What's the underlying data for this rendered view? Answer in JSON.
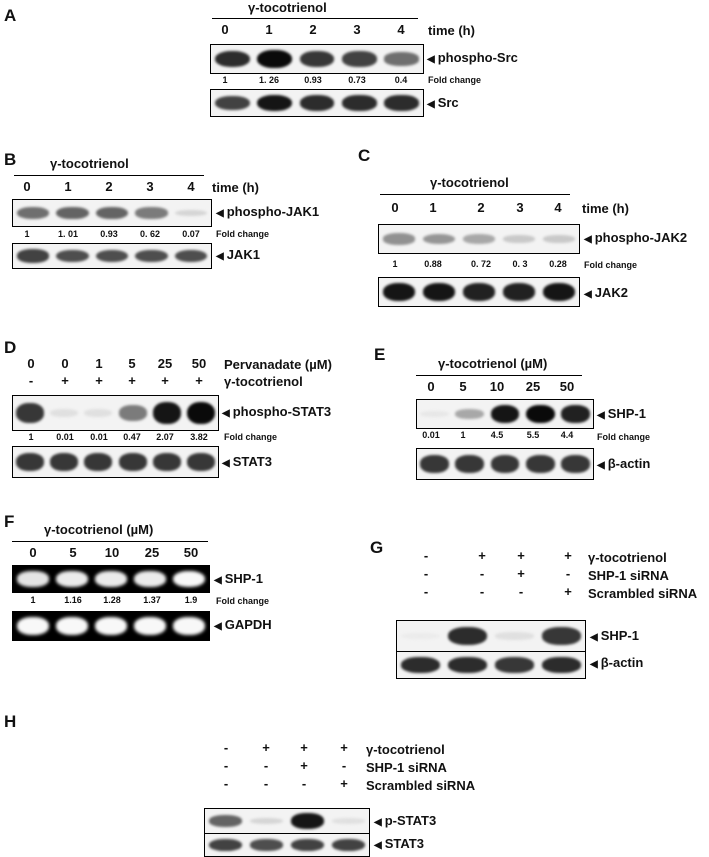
{
  "panels": [
    {
      "label": "A",
      "treatment": "γ-tocotrienol",
      "lane_labels": [
        "0",
        "1",
        "2",
        "3",
        "4"
      ],
      "axis_label": "time (h)",
      "fold_changes": [
        "1",
        "1. 26",
        "0.93",
        "0.73",
        "0.4"
      ],
      "fold_change_label": "Fold change",
      "blots": [
        {
          "name": "phospho-Src",
          "intensity": [
            0.85,
            1.0,
            0.8,
            0.75,
            0.55
          ]
        },
        {
          "name": "Src",
          "intensity": [
            0.75,
            0.95,
            0.85,
            0.85,
            0.85
          ]
        }
      ]
    },
    {
      "label": "B",
      "treatment": "γ-tocotrienol",
      "lane_labels": [
        "0",
        "1",
        "2",
        "3",
        "4"
      ],
      "axis_label": "time (h)",
      "fold_changes": [
        "1",
        "1. 01",
        "0.93",
        "0. 62",
        "0.07"
      ],
      "fold_change_label": "Fold change",
      "blots": [
        {
          "name": "phospho-JAK1",
          "intensity": [
            0.55,
            0.6,
            0.6,
            0.5,
            0.1
          ]
        },
        {
          "name": "JAK1",
          "intensity": [
            0.75,
            0.7,
            0.7,
            0.7,
            0.7
          ]
        }
      ]
    },
    {
      "label": "C",
      "treatment": "γ-tocotrienol",
      "lane_labels": [
        "0",
        "1",
        "2",
        "3",
        "4"
      ],
      "axis_label": "time (h)",
      "fold_changes": [
        "1",
        "0.88",
        "0. 72",
        "0. 3",
        "0.28"
      ],
      "fold_change_label": "Fold change",
      "blots": [
        {
          "name": "phospho-JAK2",
          "intensity": [
            0.4,
            0.38,
            0.3,
            0.15,
            0.15
          ]
        },
        {
          "name": "JAK2",
          "intensity": [
            0.95,
            0.95,
            0.9,
            0.9,
            0.95
          ]
        }
      ]
    },
    {
      "label": "D",
      "top_row_values": [
        "0",
        "0",
        "1",
        "5",
        "25",
        "50"
      ],
      "top_row_label": "Pervanadate (µM)",
      "second_row_values": [
        "-",
        "+",
        "+",
        "+",
        "+",
        "+"
      ],
      "second_row_label": "γ-tocotrienol",
      "fold_changes": [
        "1",
        "0.01",
        "0.01",
        "0.47",
        "2.07",
        "3.82"
      ],
      "fold_change_label": "Fold change",
      "blots": [
        {
          "name": "phospho-STAT3",
          "intensity": [
            0.8,
            0.05,
            0.05,
            0.5,
            0.95,
            1.0
          ]
        },
        {
          "name": "STAT3",
          "intensity": [
            0.8,
            0.8,
            0.8,
            0.8,
            0.8,
            0.8
          ]
        }
      ]
    },
    {
      "label": "E",
      "treatment": "γ-tocotrienol (µM)",
      "lane_labels": [
        "0",
        "5",
        "10",
        "25",
        "50"
      ],
      "fold_changes": [
        "0.01",
        "1",
        "4.5",
        "5.5",
        "4.4"
      ],
      "fold_change_label": "Fold change",
      "blots": [
        {
          "name": "SHP-1",
          "intensity": [
            0.02,
            0.3,
            0.95,
            1.0,
            0.9
          ]
        },
        {
          "name": "β-actin",
          "intensity": [
            0.8,
            0.8,
            0.8,
            0.8,
            0.8
          ]
        }
      ]
    },
    {
      "label": "F",
      "treatment": "γ-tocotrienol (µM)",
      "lane_labels": [
        "0",
        "5",
        "10",
        "25",
        "50"
      ],
      "fold_changes": [
        "1",
        "1.16",
        "1.28",
        "1.37",
        "1.9"
      ],
      "fold_change_label": "Fold change",
      "blots": [
        {
          "name": "SHP-1",
          "intensity": [
            0.8,
            0.85,
            0.85,
            0.85,
            0.95
          ]
        },
        {
          "name": "GAPDH",
          "intensity": [
            0.95,
            0.95,
            0.95,
            0.95,
            0.95
          ]
        }
      ]
    },
    {
      "label": "G",
      "rows": [
        {
          "label": "γ-tocotrienol",
          "values": [
            "-",
            "+",
            "+",
            "+"
          ]
        },
        {
          "label": "SHP-1 siRNA",
          "values": [
            "-",
            "-",
            "+",
            "-"
          ]
        },
        {
          "label": "Scrambled siRNA",
          "values": [
            "-",
            "-",
            "-",
            "+"
          ]
        }
      ],
      "blots": [
        {
          "name": "SHP-1",
          "intensity": [
            0.0,
            0.85,
            0.05,
            0.8
          ]
        },
        {
          "name": "β-actin",
          "intensity": [
            0.85,
            0.85,
            0.8,
            0.85
          ]
        }
      ]
    },
    {
      "label": "H",
      "rows": [
        {
          "label": "γ-tocotrienol",
          "values": [
            "-",
            "+",
            "+",
            "+"
          ]
        },
        {
          "label": "SHP-1 siRNA",
          "values": [
            "-",
            "-",
            "+",
            "-"
          ]
        },
        {
          "label": "Scrambled siRNA",
          "values": [
            "-",
            "-",
            "-",
            "+"
          ]
        }
      ],
      "blots": [
        {
          "name": "p-STAT3",
          "intensity": [
            0.6,
            0.1,
            0.95,
            0.05
          ]
        },
        {
          "name": "STAT3",
          "intensity": [
            0.75,
            0.7,
            0.75,
            0.75
          ]
        }
      ]
    }
  ]
}
